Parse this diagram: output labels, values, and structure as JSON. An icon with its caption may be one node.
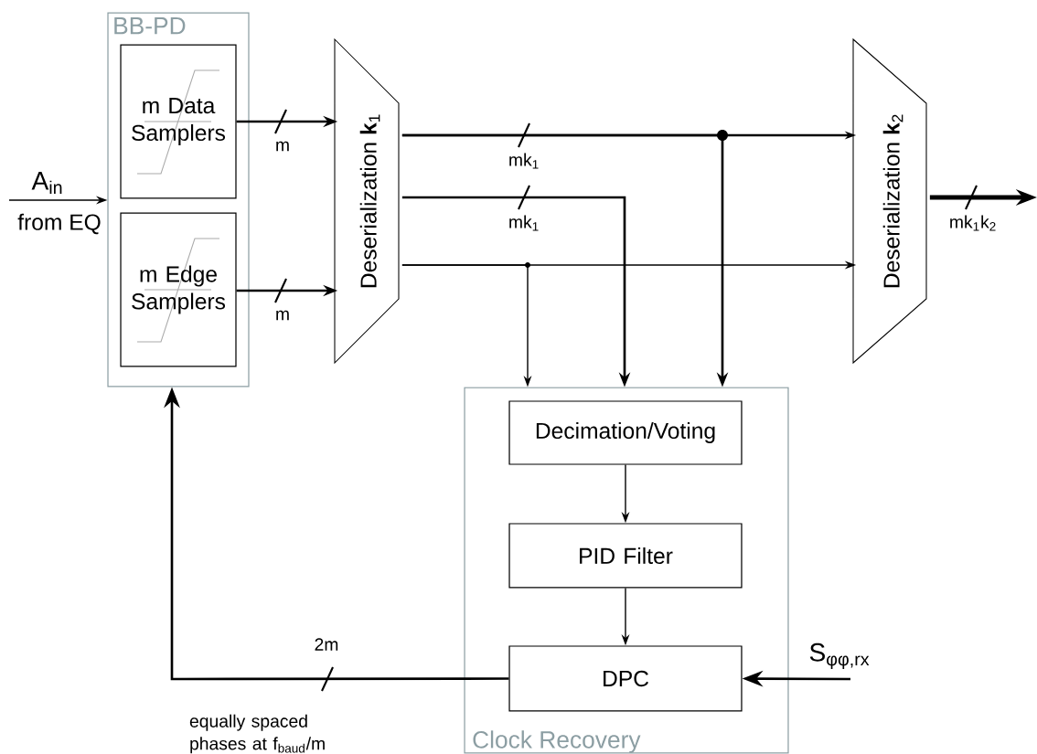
{
  "diagram": {
    "nodes": [
      {
        "text": [
          "BB-PD"
        ]
      },
      {
        "text": [
          "m Data Samplers"
        ],
        "in": 0
      },
      {
        "text": [
          "m Edge Samplers"
        ],
        "in": 0
      },
      {
        "text": [
          "Deserialization **k**$_{1}$"
        ]
      },
      {
        "text": [
          "Deserialization **k**$_{2}$"
        ]
      },
      {
        "text": [
          "Clock Recovery"
        ]
      },
      {
        "text": [
          "Decimation/Voting"
        ],
        "in": 5
      },
      {
        "text": [
          "PID Filter"
        ],
        "in": 5
      },
      {
        "text": [
          "DPC"
        ],
        "in": 5
      }
    ],
    "edges": [
      {
        "from": null,
        "to": 0,
        "arrow": "to",
        "label": "A$_{in}$"
      },
      {
        "from": 1,
        "to": 3,
        "arrow": "to",
        "label": "m"
      },
      {
        "from": 2,
        "to": 3,
        "arrow": "to",
        "label": "m"
      },
      {
        "from": 3,
        "to": 4,
        "arrow": "to",
        "label": "mk$_{1}$"
      },
      {
        "from": 3,
        "to": 5,
        "arrow": "to",
        "label": "mk$_{1}$"
      },
      {
        "from": 3,
        "to": 4,
        "arrow": "to"
      },
      {
        "from": 3,
        "to": 5,
        "arrow": "to"
      },
      {
        "from": 3,
        "to": 5,
        "arrow": "to"
      },
      {
        "from": 4,
        "to": null,
        "arrow": "to",
        "label": "mk$_{1}$k$_{2}$",
        "style": "thick"
      },
      {
        "from": 6,
        "to": 7,
        "arrow": "to"
      },
      {
        "from": 7,
        "to": 8,
        "arrow": "to"
      },
      {
        "from": null,
        "to": 8,
        "arrow": "to",
        "label": "S$_{φφ,rx}$"
      },
      {
        "from": 8,
        "to": 0,
        "arrow": "to",
        "label": "2m"
      }
    ],
    "labels": [
      "from EQ",
      "equally spaced phases at f$_{baud}$/m"
    ]
  }
}
